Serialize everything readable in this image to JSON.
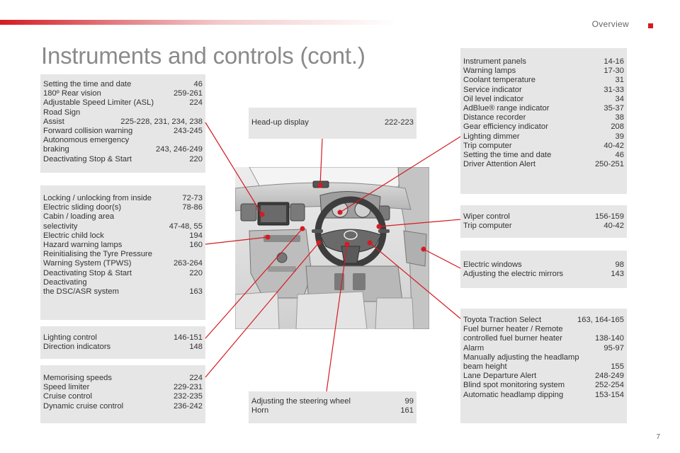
{
  "header": {
    "section": "Overview",
    "page_number": "7"
  },
  "title": "Instruments and controls (cont.)",
  "boxes": {
    "left1": [
      {
        "t": "Setting the time and date",
        "p": "46"
      },
      {
        "t": "180º Rear vision",
        "p": "259-261"
      },
      {
        "t": "Adjustable Speed Limiter (ASL)",
        "p": "224"
      },
      {
        "t": "Road Sign\n   Assist",
        "p": "225-228, 231, 234, 238"
      },
      {
        "t": "Forward collision warning",
        "p": "243-245"
      },
      {
        "t": "Autonomous emergency\n   braking",
        "p": "243, 246-249"
      },
      {
        "t": "Deactivating Stop & Start",
        "p": "220"
      }
    ],
    "left2": [
      {
        "t": "Locking / unlocking from inside",
        "p": "72-73"
      },
      {
        "t": "Electric sliding door(s)",
        "p": "78-86"
      },
      {
        "t": "Cabin / loading area\n   selectivity",
        "p": "47-48, 55"
      },
      {
        "t": "Electric child lock",
        "p": "194"
      },
      {
        "t": "Hazard warning lamps",
        "p": "160"
      },
      {
        "t": "Reinitialising the Tyre Pressure\n   Warning System (TPWS)",
        "p": "263-264"
      },
      {
        "t": "Deactivating Stop & Start",
        "p": "220"
      },
      {
        "t": "Deactivating\n   the DSC/ASR system",
        "p": "163"
      }
    ],
    "left3": [
      {
        "t": "Lighting control",
        "p": "146-151"
      },
      {
        "t": "Direction indicators",
        "p": "148"
      }
    ],
    "left4": [
      {
        "t": "Memorising speeds",
        "p": "224"
      },
      {
        "t": "Speed limiter",
        "p": "229-231"
      },
      {
        "t": "Cruise control",
        "p": "232-235"
      },
      {
        "t": "Dynamic cruise control",
        "p": "236-242"
      }
    ],
    "hud": [
      {
        "t": "Head-up display",
        "p": "222-223"
      }
    ],
    "wheel": [
      {
        "t": "Adjusting the steering wheel",
        "p": "99"
      },
      {
        "t": "Horn",
        "p": "161"
      }
    ],
    "right1": [
      {
        "t": "Instrument panels",
        "p": "14-16"
      },
      {
        "t": "Warning lamps",
        "p": "17-30"
      },
      {
        "t": "Coolant temperature",
        "p": "31"
      },
      {
        "t": "Service indicator",
        "p": "31-33"
      },
      {
        "t": "Oil level indicator",
        "p": "34"
      },
      {
        "t": "AdBlue® range indicator",
        "p": "35-37"
      },
      {
        "t": "Distance recorder",
        "p": "38"
      },
      {
        "t": "Gear efficiency indicator",
        "p": "208"
      },
      {
        "t": "Lighting dimmer",
        "p": "39"
      },
      {
        "t": "Trip computer",
        "p": "40-42"
      },
      {
        "t": "Setting the time and date",
        "p": "46"
      },
      {
        "t": "Driver Attention Alert",
        "p": "250-251"
      }
    ],
    "right2": [
      {
        "t": "Wiper control",
        "p": "156-159"
      },
      {
        "t": "Trip computer",
        "p": "40-42"
      }
    ],
    "right3": [
      {
        "t": "Electric windows",
        "p": "98"
      },
      {
        "t": "Adjusting the electric mirrors",
        "p": "143"
      }
    ],
    "right4": [
      {
        "t": "Toyota Traction Select",
        "p": "163, 164-165"
      },
      {
        "t": "Fuel burner heater / Remote\n   controlled fuel burner heater",
        "p": "138-140"
      },
      {
        "t": "Alarm",
        "p": "95-97"
      },
      {
        "t": "Manually adjusting the headlamp\n   beam height",
        "p": "155"
      },
      {
        "t": "Lane Departure Alert",
        "p": "248-249"
      },
      {
        "t": "Blind spot monitoring system",
        "p": "252-254"
      },
      {
        "t": "Automatic headlamp dipping",
        "p": "153-154"
      }
    ]
  },
  "colors": {
    "accent": "#d51b22",
    "box": "#e6e6e6",
    "title": "#8a8a8a"
  }
}
